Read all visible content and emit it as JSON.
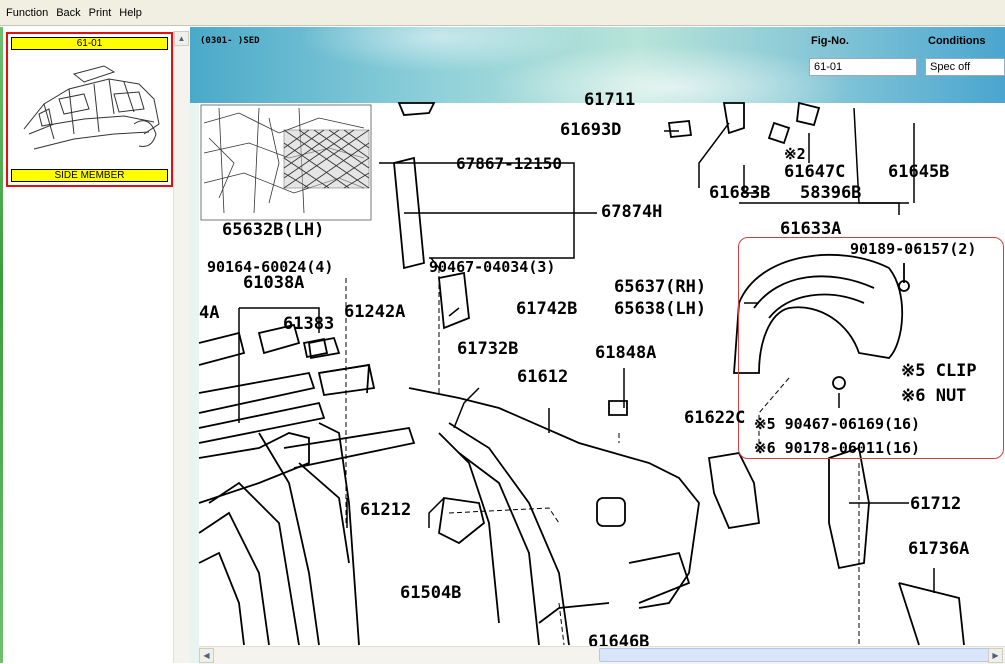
{
  "menu": [
    "Function",
    "Back",
    "Print",
    "Help"
  ],
  "thumbnail": {
    "fig": "61-01",
    "caption": "SIDE MEMBER"
  },
  "header": {
    "model": "(0301-      )SED",
    "fig_label": "Fig-No.",
    "fig_value": "61-01",
    "conditions_label": "Conditions",
    "conditions_value": "Spec off"
  },
  "parts": {
    "p61711": "61711",
    "p61693D": "61693D",
    "p67867": "67867-12150",
    "p67874H": "67874H",
    "pStar2": "※2",
    "p61647C": "61647C",
    "p61645B": "61645B",
    "p61683B": "61683B",
    "p58396B": "58396B",
    "p61633A": "61633A",
    "p65632B": "65632B(LH)",
    "p90164": "90164-60024(4)",
    "p90467_04034": "90467-04034(3)",
    "p90189": "90189-06157(2)",
    "p61038A": "61038A",
    "p65637": "65637(RH)",
    "p65638": "65638(LH)",
    "p4A": "4A",
    "p61383": "61383",
    "p61242A": "61242A",
    "p61742B": "61742B",
    "p61732B": "61732B",
    "p61612": "61612",
    "p61848A": "61848A",
    "p61622C": "61622C",
    "clip": "※5 CLIP",
    "nut": "※6 NUT",
    "p90467_06169": "※5 90467-06169(16)",
    "p90178": "※6 90178-06011(16)",
    "p61212": "61212",
    "p61712": "61712",
    "p61736A": "61736A",
    "p61504B": "61504B",
    "p61646B": "61646B"
  },
  "colors": {
    "thumb_border": "#e01010",
    "thumb_bar": "#ffff00",
    "callout_border": "#d04040",
    "header_gradient": "#8fd0d9"
  }
}
